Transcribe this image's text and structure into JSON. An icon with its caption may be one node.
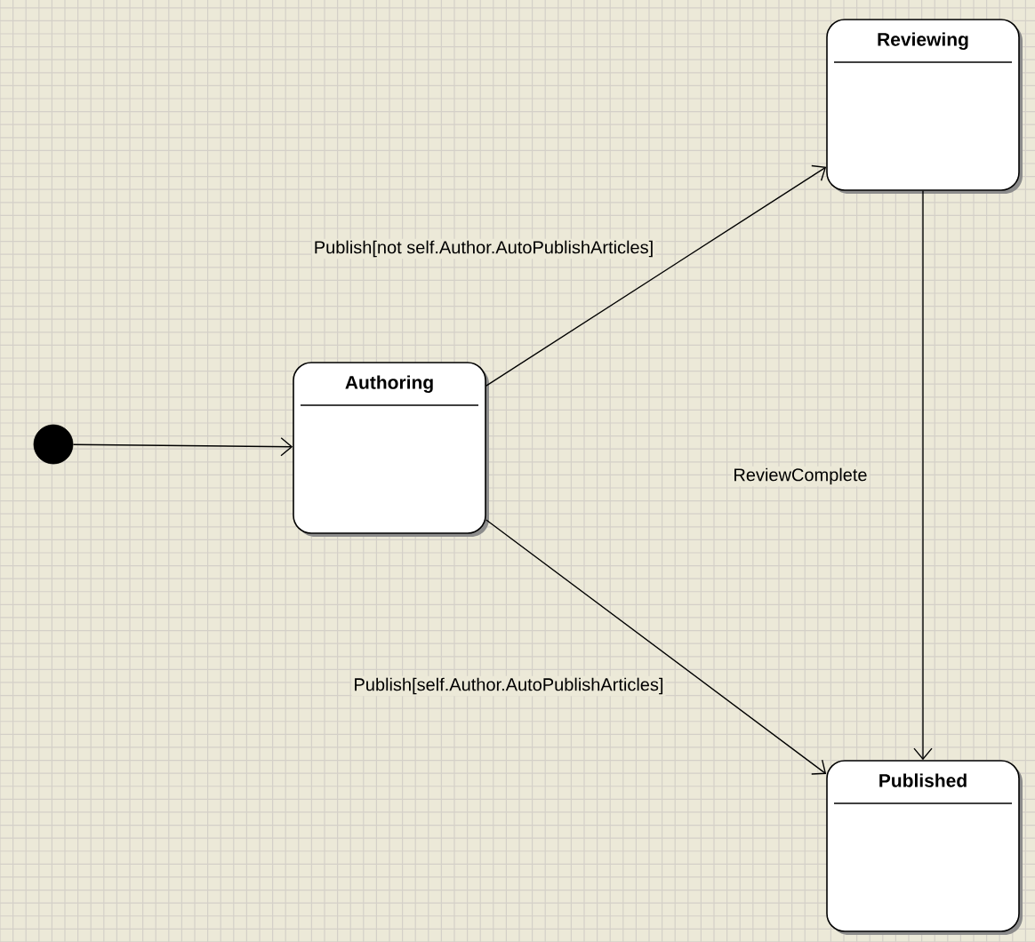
{
  "diagram": {
    "nodes": [
      {
        "text": [],
        "shape": "circle"
      },
      {
        "text": [
          "Authoring"
        ]
      },
      {
        "text": [
          "Reviewing"
        ]
      },
      {
        "text": [
          "Published"
        ]
      }
    ],
    "edges": [
      {
        "from": 0,
        "to": 1,
        "arrow": "to"
      },
      {
        "from": 1,
        "to": 2,
        "arrow": "to",
        "label": "Publish[not self.Author.AutoPublishArticles]"
      },
      {
        "from": 2,
        "to": 3,
        "arrow": "to",
        "label": "ReviewComplete"
      },
      {
        "from": 1,
        "to": 3,
        "arrow": "to",
        "label": "Publish[self.Author.AutoPublishArticles]"
      }
    ]
  }
}
